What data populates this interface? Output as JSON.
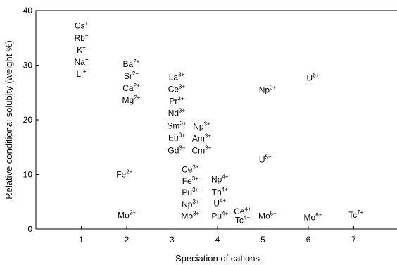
{
  "chart_data": {
    "type": "scatter",
    "xlabel": "Speciation of cations",
    "ylabel": "Relative conditional solubity (weight %)",
    "xlim": [
      0,
      8
    ],
    "ylim": [
      0,
      40
    ],
    "x_ticks": [
      "1",
      "2",
      "3",
      "4",
      "5",
      "6",
      "7"
    ],
    "y_ticks": [
      "0",
      "10",
      "20",
      "30",
      "40"
    ],
    "grid": false,
    "points": [
      {
        "x": 1.0,
        "y": 37.2,
        "ion": "Cs",
        "charge": "+"
      },
      {
        "x": 1.0,
        "y": 35.0,
        "ion": "Rb",
        "charge": "+"
      },
      {
        "x": 1.0,
        "y": 32.8,
        "ion": "K",
        "charge": "+"
      },
      {
        "x": 1.0,
        "y": 30.6,
        "ion": "Na",
        "charge": "+"
      },
      {
        "x": 1.0,
        "y": 28.4,
        "ion": "Li",
        "charge": "+"
      },
      {
        "x": 2.1,
        "y": 30.2,
        "ion": "Ba",
        "charge": "2+"
      },
      {
        "x": 2.1,
        "y": 28.0,
        "ion": "Sr",
        "charge": "2+"
      },
      {
        "x": 2.1,
        "y": 25.8,
        "ion": "Ca",
        "charge": "2+"
      },
      {
        "x": 2.1,
        "y": 23.6,
        "ion": "Mg",
        "charge": "2+"
      },
      {
        "x": 1.95,
        "y": 10.0,
        "ion": "Fe",
        "charge": "2+"
      },
      {
        "x": 2.0,
        "y": 2.5,
        "ion": "Mo",
        "charge": "2+"
      },
      {
        "x": 3.1,
        "y": 27.8,
        "ion": "La",
        "charge": "3+"
      },
      {
        "x": 3.1,
        "y": 25.6,
        "ion": "Ce",
        "charge": "3+"
      },
      {
        "x": 3.1,
        "y": 23.4,
        "ion": "Pr",
        "charge": "3+"
      },
      {
        "x": 3.1,
        "y": 21.2,
        "ion": "Nd",
        "charge": "3+"
      },
      {
        "x": 3.1,
        "y": 18.9,
        "ion": "Sm",
        "charge": "3+"
      },
      {
        "x": 3.1,
        "y": 16.7,
        "ion": "Eu",
        "charge": "3+"
      },
      {
        "x": 3.1,
        "y": 14.4,
        "ion": "Gd",
        "charge": "3+"
      },
      {
        "x": 3.65,
        "y": 18.8,
        "ion": "Np",
        "charge": "3+"
      },
      {
        "x": 3.65,
        "y": 16.6,
        "ion": "Am",
        "charge": "3+"
      },
      {
        "x": 3.65,
        "y": 14.4,
        "ion": "Cm",
        "charge": "3+"
      },
      {
        "x": 3.4,
        "y": 10.9,
        "ion": "Ce",
        "charge": "3+"
      },
      {
        "x": 3.4,
        "y": 8.8,
        "ion": "Fe",
        "charge": "3+"
      },
      {
        "x": 3.4,
        "y": 6.7,
        "ion": "Pu",
        "charge": "3+"
      },
      {
        "x": 3.4,
        "y": 4.5,
        "ion": "Np",
        "charge": "3+"
      },
      {
        "x": 3.4,
        "y": 2.4,
        "ion": "Mo",
        "charge": "3+"
      },
      {
        "x": 4.05,
        "y": 9.1,
        "ion": "Np",
        "charge": "4+"
      },
      {
        "x": 4.05,
        "y": 6.8,
        "ion": "Th",
        "charge": "4+"
      },
      {
        "x": 4.05,
        "y": 4.7,
        "ion": "U",
        "charge": "4+"
      },
      {
        "x": 4.05,
        "y": 2.4,
        "ion": "Pu",
        "charge": "4+"
      },
      {
        "x": 4.55,
        "y": 3.2,
        "ion": "Ce",
        "charge": "4+"
      },
      {
        "x": 4.55,
        "y": 1.6,
        "ion": "Tc",
        "charge": "4+"
      },
      {
        "x": 5.1,
        "y": 25.5,
        "ion": "Np",
        "charge": "5+"
      },
      {
        "x": 5.05,
        "y": 12.7,
        "ion": "U",
        "charge": "5+"
      },
      {
        "x": 5.1,
        "y": 2.4,
        "ion": "Mo",
        "charge": "5+"
      },
      {
        "x": 6.1,
        "y": 27.7,
        "ion": "U",
        "charge": "6+"
      },
      {
        "x": 6.1,
        "y": 2.1,
        "ion": "Mo",
        "charge": "6+"
      },
      {
        "x": 7.05,
        "y": 2.6,
        "ion": "Tc",
        "charge": "7+"
      }
    ]
  }
}
